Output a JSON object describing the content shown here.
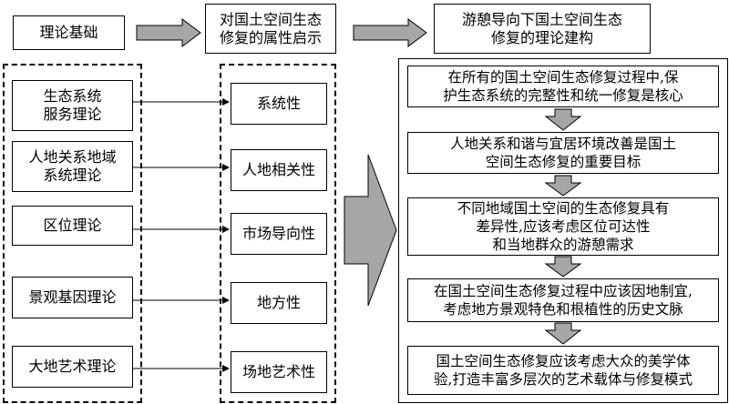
{
  "header": {
    "theory_basis": "理论基础",
    "implications": [
      "对国土空间生态",
      "修复的属性启示"
    ],
    "construction": [
      "游憩导向下国土空间生态",
      "修复的理论建构"
    ]
  },
  "theories": [
    [
      "生态系统",
      "服务理论"
    ],
    [
      "人地关系地域",
      "系统理论"
    ],
    [
      "区位理论"
    ],
    [
      "景观基因理论"
    ],
    [
      "大地艺术理论"
    ]
  ],
  "attributes": [
    "系统性",
    "人地相关性",
    "市场导向性",
    "地方性",
    "场地艺术性"
  ],
  "constructs": [
    [
      "在所有的国土空间生态修复过程中,保",
      "护生态系统的完整性和统一修复是核心"
    ],
    [
      "人地关系和谐与宜居环境改善是国土",
      "空间生态修复的重要目标"
    ],
    [
      "不同地域国土空间的生态修复具有",
      "差异性,应该考虑区位可达性",
      "和当地群众的游憩需求"
    ],
    [
      "在国土空间生态修复过程中应该因地制宜,",
      "考虑地方景观特色和根植性的历史文脉"
    ],
    [
      "国土空间生态修复应该考虑大众的美学体",
      "验,打造丰富多层次的艺术载体与修复模式"
    ]
  ],
  "colors": {
    "arrow_fill": "#a6a6a6",
    "line": "#000000"
  }
}
